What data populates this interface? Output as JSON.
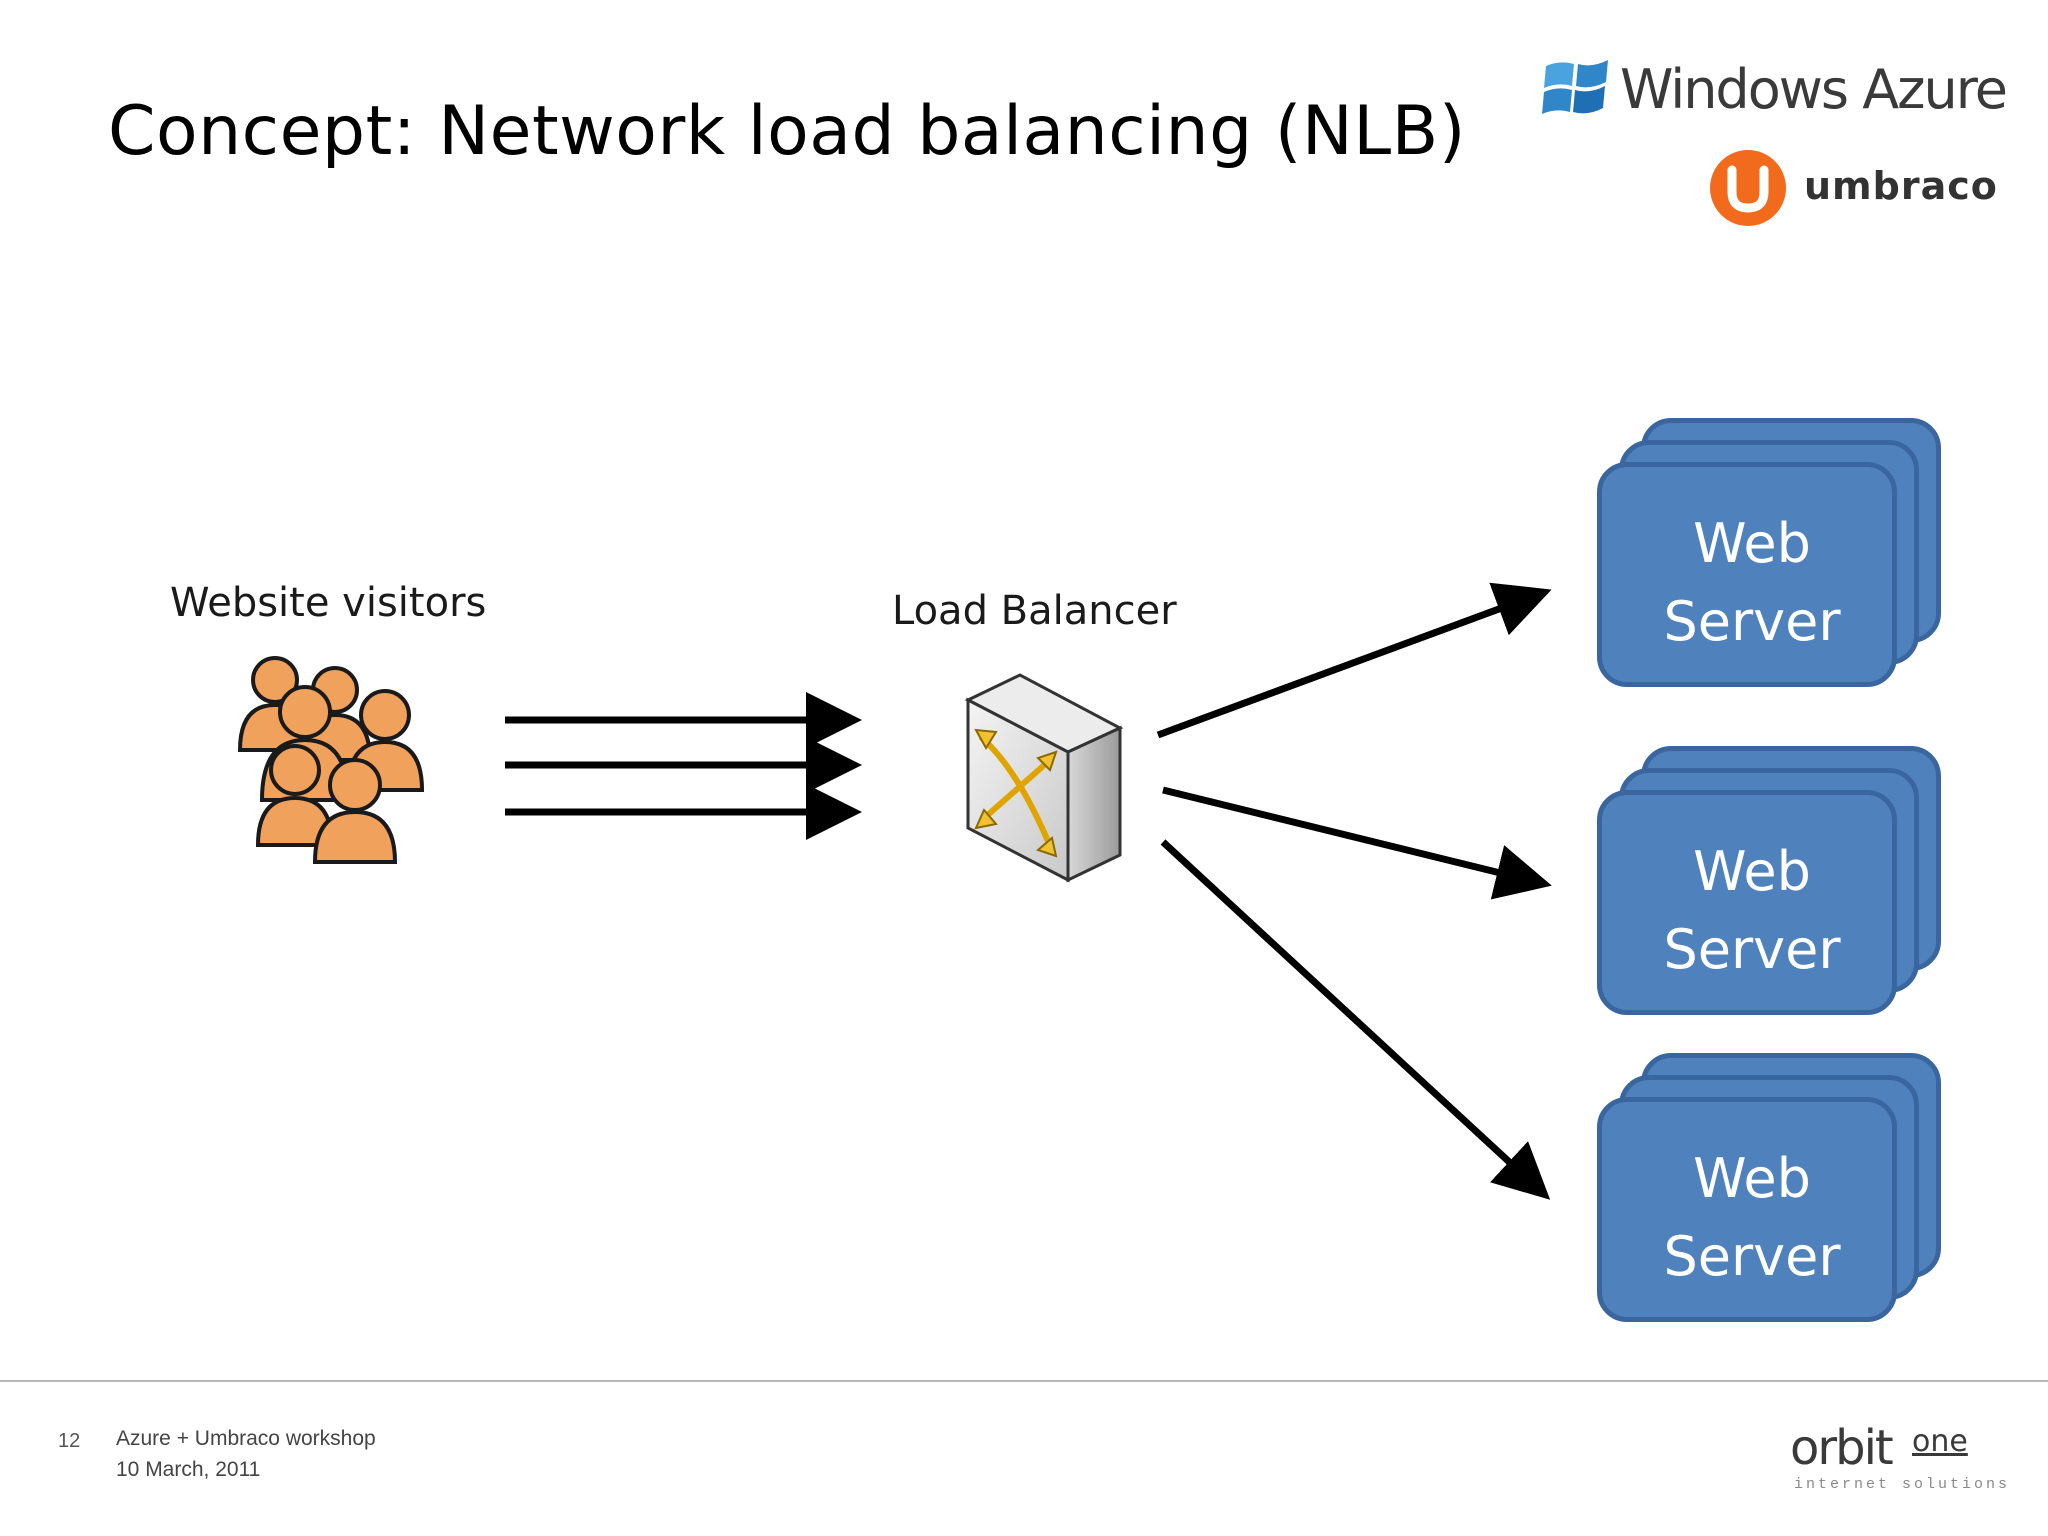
{
  "slide": {
    "title": "Concept: Network load balancing (NLB)",
    "logos": {
      "azure": "Windows Azure",
      "umbraco": "umbraco",
      "orbit_main": "orbit",
      "orbit_one": "one",
      "orbit_tagline": "internet solutions"
    }
  },
  "diagram": {
    "visitors_label": "Website visitors",
    "balancer_label": "Load Balancer",
    "servers": [
      {
        "line1": "Web",
        "line2": "Server"
      },
      {
        "line1": "Web",
        "line2": "Server"
      },
      {
        "line1": "Web",
        "line2": "Server"
      }
    ],
    "colors": {
      "server_fill": "#4f81bd",
      "server_border": "#3a66a0",
      "visitor_fill": "#f0a25c",
      "arrow": "#000000",
      "balancer_arrows": "#f2c12e"
    },
    "icons": [
      "people-group-icon",
      "load-balancer-switch-icon"
    ]
  },
  "footer": {
    "page_number": "12",
    "event": "Azure + Umbraco workshop",
    "date": "10 March, 2011"
  }
}
